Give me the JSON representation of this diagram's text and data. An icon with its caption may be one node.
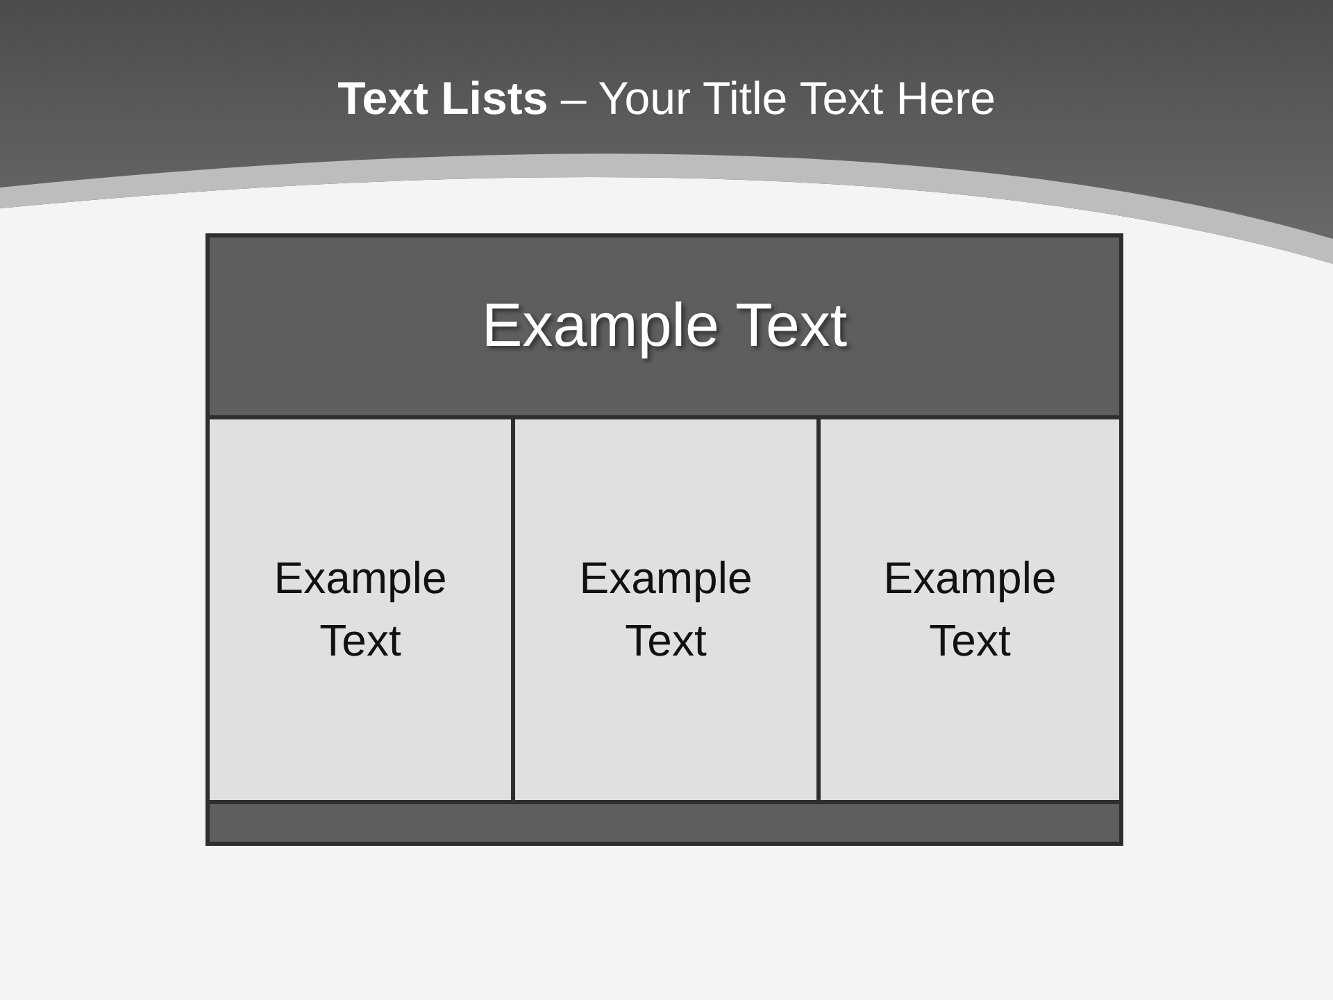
{
  "diagram": {
    "title": "**Text Lists** – Your Title Text Here",
    "nodes": [
      {
        "text": [
          "Example Text"
        ]
      },
      {
        "text": [
          "Example Text"
        ]
      },
      {
        "text": [
          "Example Text"
        ]
      },
      {
        "text": [
          "Example Text"
        ]
      },
      {
        "text": [],
        "shape": "bar"
      }
    ],
    "edges": []
  }
}
